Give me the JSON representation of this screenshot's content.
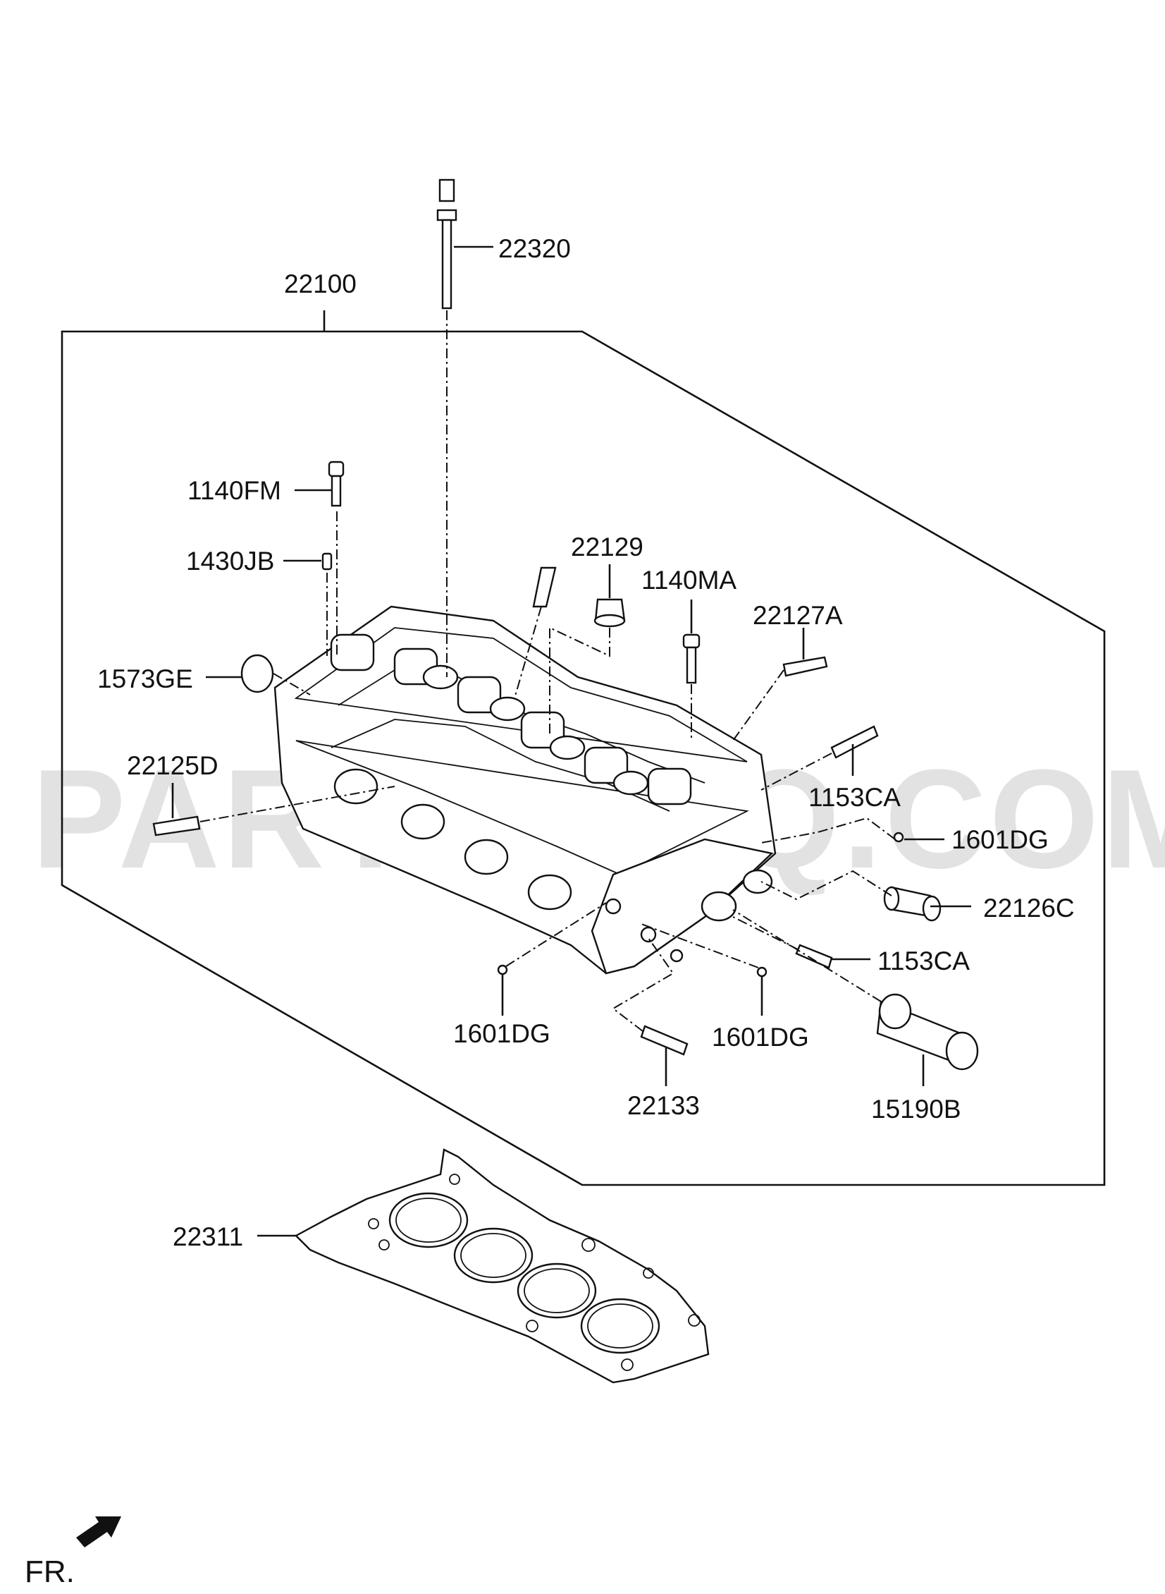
{
  "watermark": "PARTSOUQ.COM",
  "labels": {
    "p22320": "22320",
    "p22100": "22100",
    "p1140FM": "1140FM",
    "p1430JB": "1430JB",
    "p22129": "22129",
    "p1140MA": "1140MA",
    "p22127A": "22127A",
    "p1573GE": "1573GE",
    "p22125D": "22125D",
    "p1153CA_top": "1153CA",
    "p1601DG_right": "1601DG",
    "p22126C": "22126C",
    "p1153CA_bottom": "1153CA",
    "p1601DG_left": "1601DG",
    "p1601DG_mid": "1601DG",
    "p22133": "22133",
    "p15190B": "15190B",
    "p22311": "22311"
  },
  "direction": {
    "label": "FR.",
    "arrow_icon": "front-direction-arrow-icon"
  }
}
